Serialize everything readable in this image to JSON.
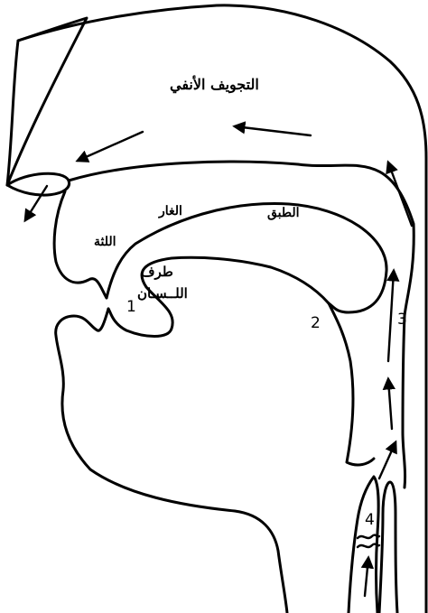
{
  "labels": {
    "nasal_cavity": "التجويف الأنفي",
    "velum": "الطبق",
    "hard_palate": "الغار",
    "gums": "اللثة",
    "tongue_tip_line1": "طرف",
    "tongue_tip_line2": "اللــسـان"
  },
  "numbers": {
    "n1": "1",
    "n2": "2",
    "n3": "3",
    "n4": "4"
  }
}
